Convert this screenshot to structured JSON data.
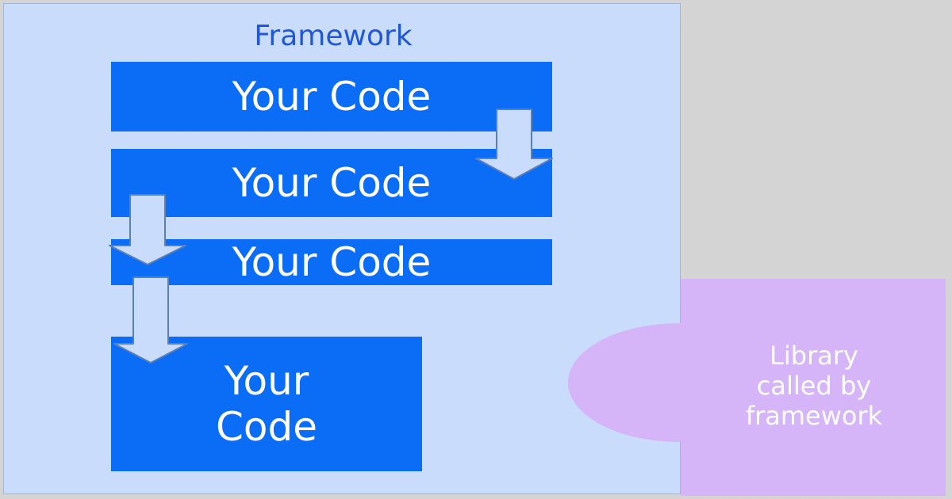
{
  "framework": {
    "title": "Framework"
  },
  "code_blocks": [
    {
      "label": "Your Code"
    },
    {
      "label": "Your Code"
    },
    {
      "label": "Your Code"
    },
    {
      "label_line1": "Your",
      "label_line2": "Code"
    }
  ],
  "library": {
    "line1": "Library",
    "line2": "called by",
    "line3": "framework"
  },
  "colors": {
    "background": "#d4d4d4",
    "framework_fill": "#c9dcfb",
    "framework_title": "#1f57d6",
    "code_fill": "#0b6cf6",
    "library_fill": "#d6b4f8",
    "arrow_fill": "#c9dcfb",
    "arrow_stroke": "#5b7fb8"
  }
}
